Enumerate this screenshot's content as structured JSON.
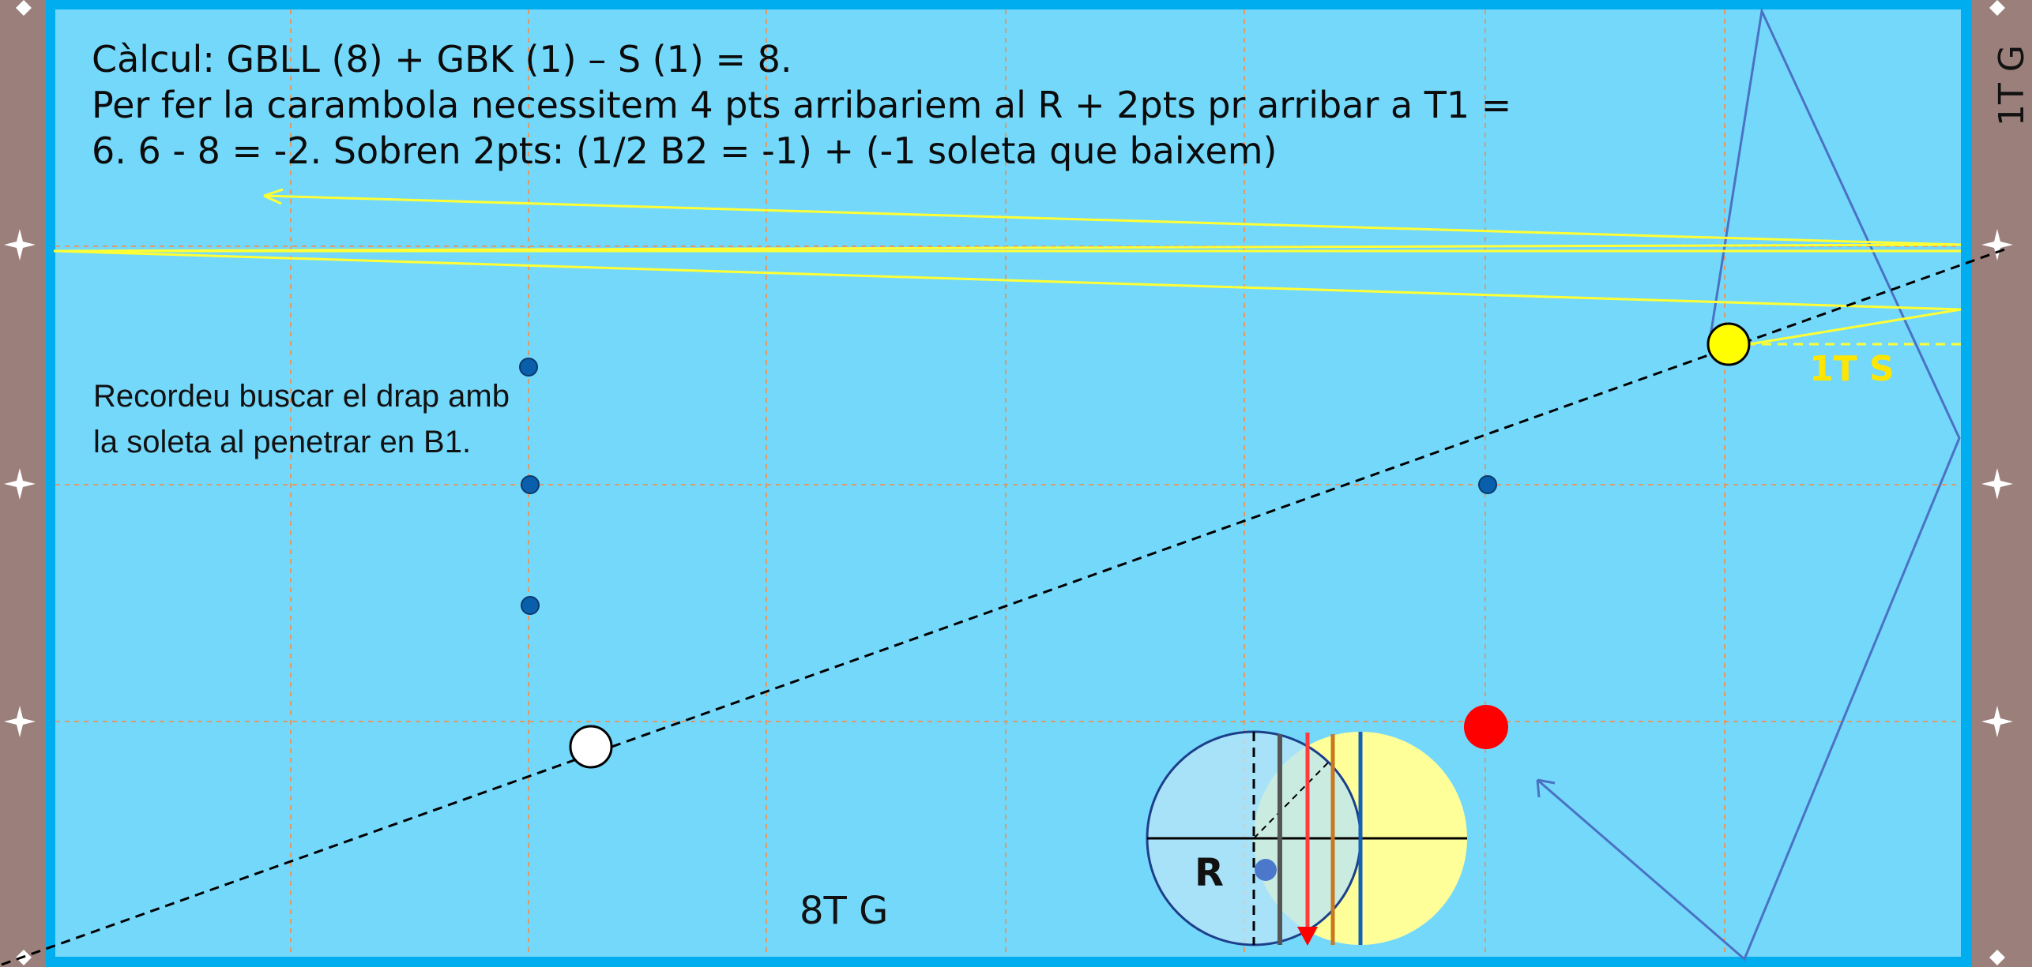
{
  "colors": {
    "rail": "#9b7f7a",
    "cushion": "#00aeef",
    "cloth": "#74d8fb",
    "grid": "#d99a6c",
    "yellow_track": "#ffff33",
    "blue_track": "#4a72c4",
    "red_ball": "#ff0000",
    "yellow_ball": "#ffff00",
    "white_ball": "#ffffff"
  },
  "text": {
    "calc_line1": "Càlcul: GBLL (8) + GBK (1) – S (1) = 8.",
    "calc_line2": "Per fer la carambola necessitem 4 pts arribariem al R + 2pts pr arribar a T1 =",
    "calc_line3": "6. 6 - 8 = -2. Sobren 2pts: (1/2 B2 = -1) + (-1 soleta que baixem)",
    "note_line1": "Recordeu buscar el drap amb",
    "note_line2": "la soleta al penetrar en B1.",
    "label_bottom": "8T G",
    "label_right": "1T G",
    "label_1ts": "1T S",
    "label_r": "R"
  },
  "icons": {
    "diamond_top": "diamond-marker",
    "diamond_side": "star-marker"
  }
}
